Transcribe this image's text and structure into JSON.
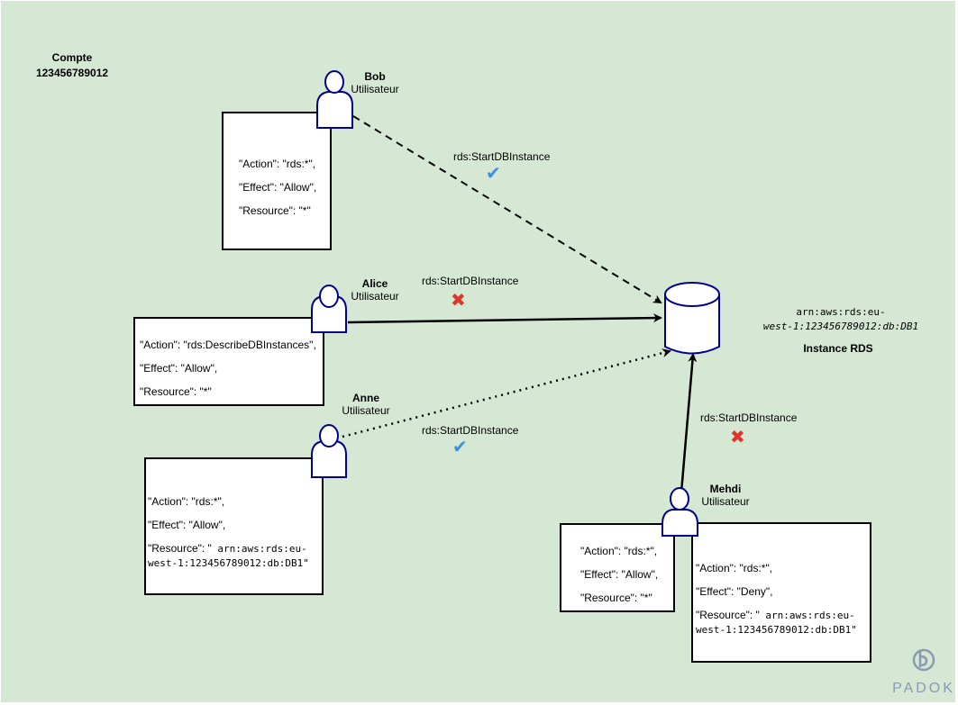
{
  "account": {
    "title": "Compte",
    "id": "123456789012"
  },
  "users": {
    "bob": {
      "name": "Bob",
      "role": "Utilisateur"
    },
    "alice": {
      "name": "Alice",
      "role": "Utilisateur"
    },
    "anne": {
      "name": "Anne",
      "role": "Utilisateur"
    },
    "mehdi": {
      "name": "Mehdi",
      "role": "Utilisateur"
    }
  },
  "policies": {
    "bob": {
      "action": "\"Action\": \"rds:*\",",
      "effect": "\"Effect\": \"Allow\",",
      "resource": "\"Resource\": \"*\""
    },
    "alice": {
      "action": "\"Action\": \"rds:DescribeDBInstances\",",
      "effect": "\"Effect\": \"Allow\",",
      "resource": "\"Resource\": \"*\""
    },
    "anne": {
      "action": "\"Action\": \"rds:*\",",
      "effect": "\"Effect\": \"Allow\",",
      "resource_prefix": "\"Resource\": \"",
      "resource_arn_1": " arn:aws:rds:eu-",
      "resource_arn_2": "west-1:123456789012:db:DB1\""
    },
    "mehdi_allow": {
      "action": "\"Action\": \"rds:*\",",
      "effect": "\"Effect\": \"Allow\",",
      "resource": "\"Resource\": \"*\""
    },
    "mehdi_deny": {
      "action": "\"Action\": \"rds:*\",",
      "effect": "\"Effect\": \"Deny\",",
      "resource_prefix": "\"Resource\": \"",
      "resource_arn_1": " arn:aws:rds:eu-",
      "resource_arn_2": "west-1:123456789012:db:DB1\""
    }
  },
  "edges": {
    "bob": {
      "label": "rds:StartDBInstance",
      "result": "check-icon"
    },
    "alice": {
      "label": "rds:StartDBInstance",
      "result": "cross-icon"
    },
    "anne": {
      "label": "rds:StartDBInstance",
      "result": "check-icon"
    },
    "mehdi": {
      "label": "rds:StartDBInstance",
      "result": "cross-icon"
    }
  },
  "rds": {
    "arn_line1": "arn:aws:rds:eu-",
    "arn_line2": "west-1:123456789012:db:DB1",
    "label": "Instance RDS"
  },
  "brand": {
    "name": "PADOK"
  },
  "colors": {
    "background": "#d5e8d4",
    "allow": "#3d8fe0",
    "deny": "#e0352b",
    "logo": "#8a9bb0"
  }
}
